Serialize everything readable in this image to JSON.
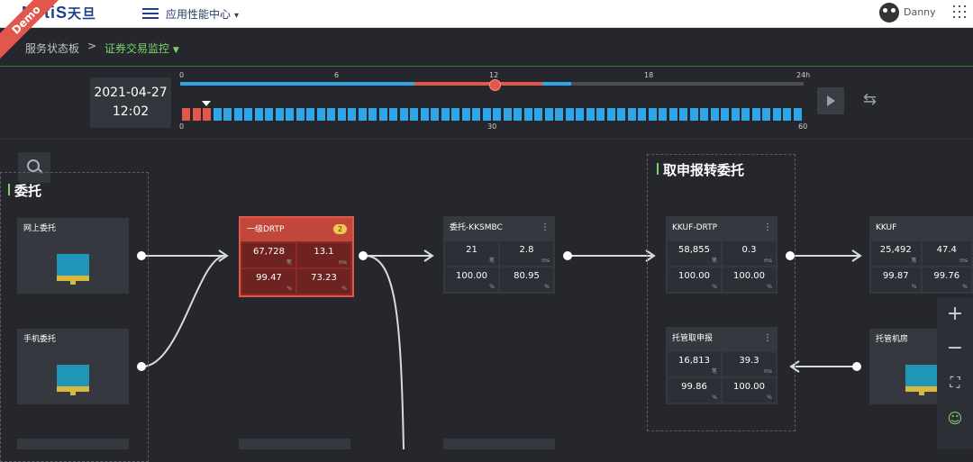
{
  "header": {
    "logo_text": "NetiS",
    "logo_cn": "天旦",
    "app_center": "应用性能中心",
    "user": "Danny",
    "ribbon": "Demo"
  },
  "breadcrumb": {
    "item1": "服务状态板",
    "sep": ">",
    "item2": "证券交易监控"
  },
  "timeline": {
    "date": "2021-04-27",
    "time": "12:02",
    "hour_ticks": [
      "0",
      "6",
      "12",
      "18",
      "24h"
    ],
    "minute_ticks": [
      "0",
      "30",
      "60"
    ],
    "current_hour": 12.1,
    "red_minutes": 3
  },
  "groups": [
    {
      "title": "委托"
    },
    {
      "title": "取申报转委托"
    }
  ],
  "sources": [
    {
      "name": "网上委托"
    },
    {
      "name": "手机委托"
    },
    {
      "name": "托管机房"
    }
  ],
  "nodes": [
    {
      "name": "一级DRTP",
      "badge": "2",
      "v1": "67,728",
      "u1": "笔",
      "v2": "13.1",
      "u2": "ms",
      "v3": "99.47",
      "u3": "%",
      "v4": "73.23",
      "u4": "%"
    },
    {
      "name": "委托-KKSMBC",
      "v1": "21",
      "u1": "笔",
      "v2": "2.8",
      "u2": "ms",
      "v3": "100.00",
      "u3": "%",
      "v4": "80.95",
      "u4": "%"
    },
    {
      "name": "KKUF-DRTP",
      "v1": "58,855",
      "u1": "笔",
      "v2": "0.3",
      "u2": "ms",
      "v3": "100.00",
      "u3": "%",
      "v4": "100.00",
      "u4": "%"
    },
    {
      "name": "KKUF",
      "v1": "25,492",
      "u1": "笔",
      "v2": "47.4",
      "u2": "ms",
      "v3": "99.87",
      "u3": "%",
      "v4": "99.76",
      "u4": "%"
    },
    {
      "name": "托管取申报",
      "v1": "16,813",
      "u1": "笔",
      "v2": "39.3",
      "u2": "ms",
      "v3": "99.86",
      "u3": "%",
      "v4": "100.00",
      "u4": "%"
    }
  ],
  "colors": {
    "accent": "#7dd36b",
    "alert": "#e2574c",
    "ok": "#2ea6e8"
  },
  "tools": {
    "zoom_in": "+",
    "zoom_out": "−"
  }
}
